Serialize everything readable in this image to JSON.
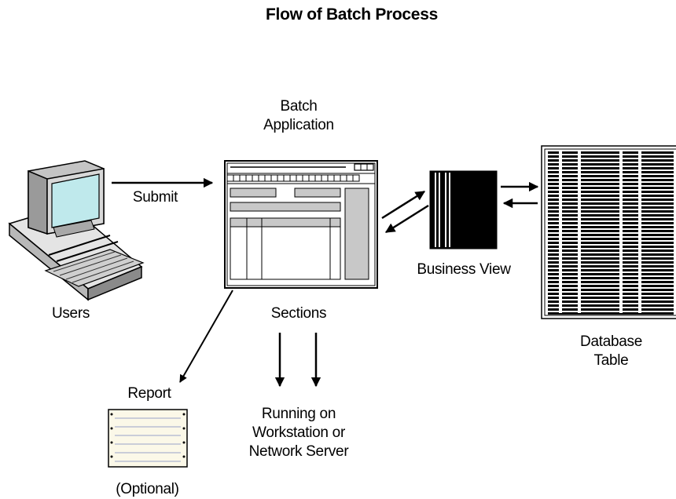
{
  "title": "Flow of Batch Process",
  "labels": {
    "batch_app_line1": "Batch",
    "batch_app_line2": "Application",
    "submit": "Submit",
    "users": "Users",
    "business_view": "Business View",
    "sections": "Sections",
    "database_line1": "Database",
    "database_line2": "Table",
    "report": "Report",
    "optional": "(Optional)",
    "running_line1": "Running on",
    "running_line2": "Workstation or",
    "running_line3": "Network Server"
  },
  "icons": {
    "users": "desktop-computer-icon",
    "batch_application": "application-window-icon",
    "business_view": "business-view-icon",
    "database_table": "database-table-icon",
    "report": "report-document-icon"
  }
}
